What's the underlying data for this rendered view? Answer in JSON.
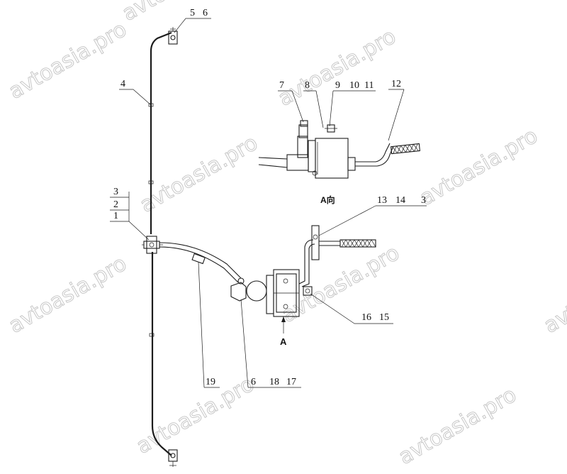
{
  "diagram": {
    "callouts": {
      "c1": "1",
      "c2": "2",
      "c3a": "3",
      "c4": "4",
      "c5": "5",
      "c6a": "6",
      "c7": "7",
      "c8": "8",
      "c9": "9",
      "c10": "10",
      "c11": "11",
      "c12": "12",
      "c13": "13",
      "c14": "14",
      "c3b": "3",
      "c16": "16",
      "c15": "15",
      "c19": "19",
      "c6b": "6",
      "c18": "18",
      "c17": "17"
    },
    "view_label": "A向",
    "view_marker": "A",
    "watermark": "avtoasia.pro"
  },
  "colors": {
    "line": "#1c1c1c",
    "watermark": "#c8c8c8",
    "background": "#ffffff"
  }
}
